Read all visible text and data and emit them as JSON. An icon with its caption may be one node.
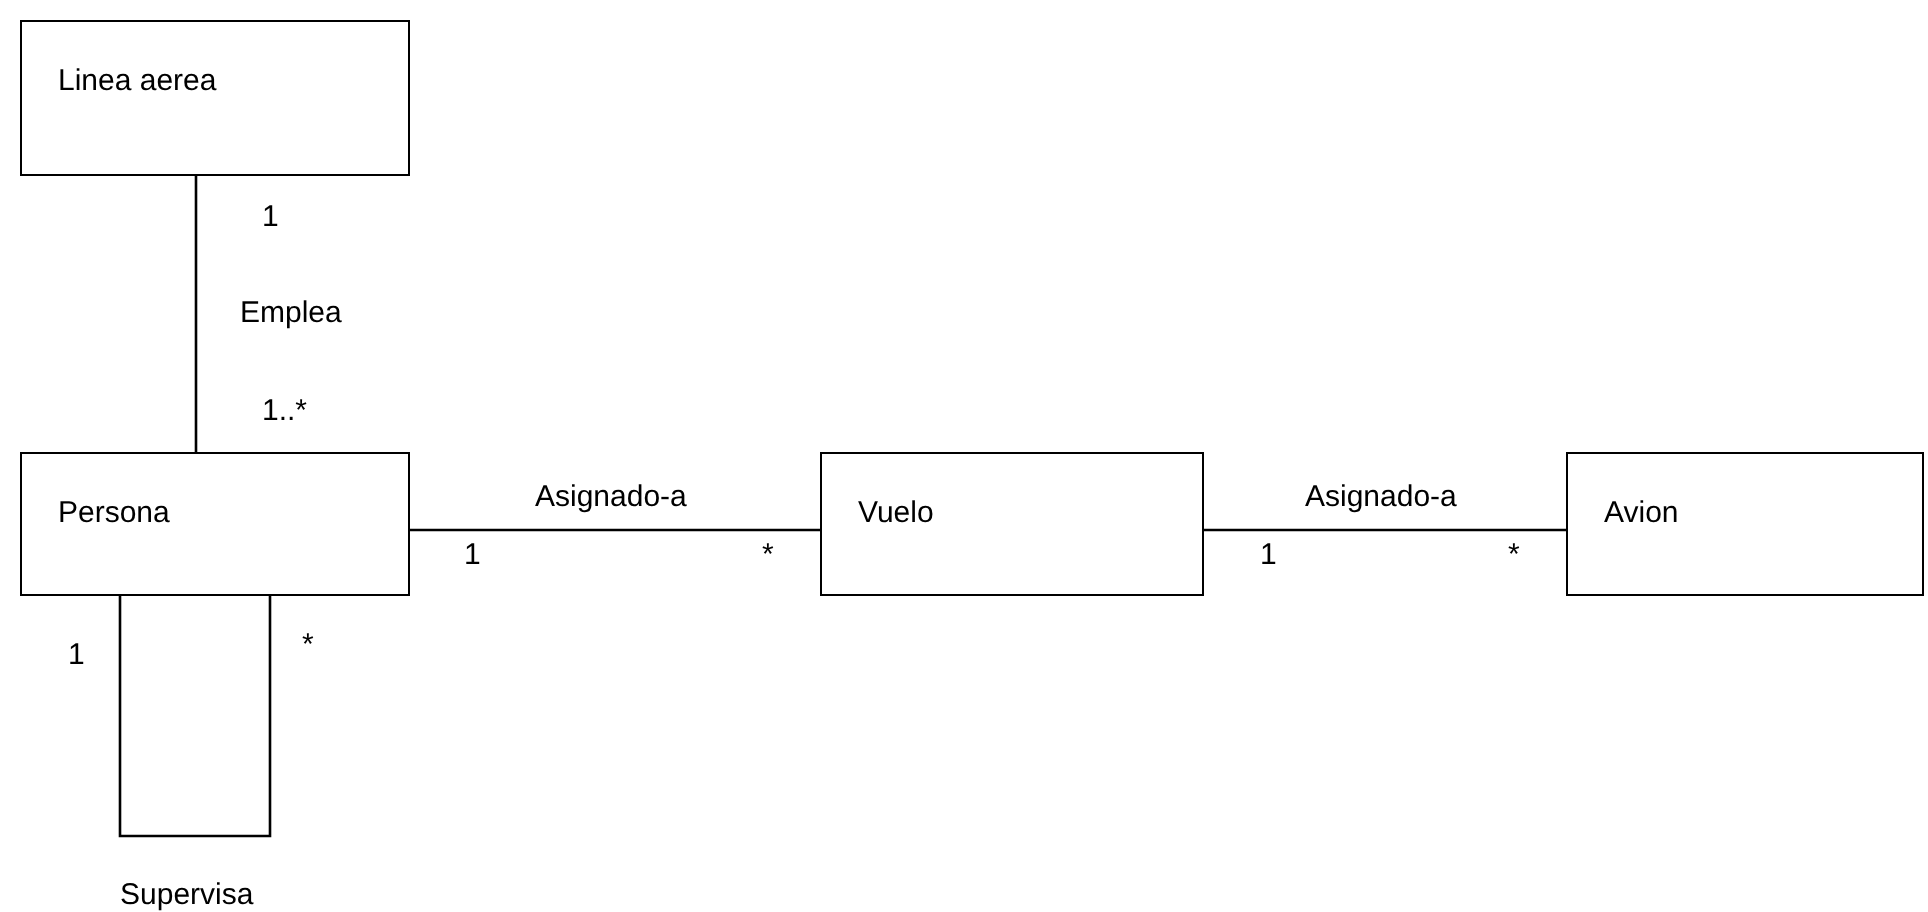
{
  "diagram": {
    "nodes": [
      {
        "text": [
          "Linea aerea"
        ]
      },
      {
        "text": [
          "Persona"
        ]
      },
      {
        "text": [
          "Vuelo"
        ]
      },
      {
        "text": [
          "Avion"
        ]
      }
    ],
    "edges": [
      {
        "from": 0,
        "to": 1,
        "arrow": "none",
        "label": "Emplea"
      },
      {
        "from": 1,
        "to": 2,
        "arrow": "none",
        "label": "Asignado-a"
      },
      {
        "from": 2,
        "to": 3,
        "arrow": "none",
        "label": "Asignado-a"
      },
      {
        "from": 1,
        "to": 1,
        "arrow": "none",
        "label": "Supervisa"
      }
    ],
    "labels": [
      "1",
      "1..*",
      "1",
      "*",
      "1",
      "*",
      "1",
      "*"
    ]
  }
}
